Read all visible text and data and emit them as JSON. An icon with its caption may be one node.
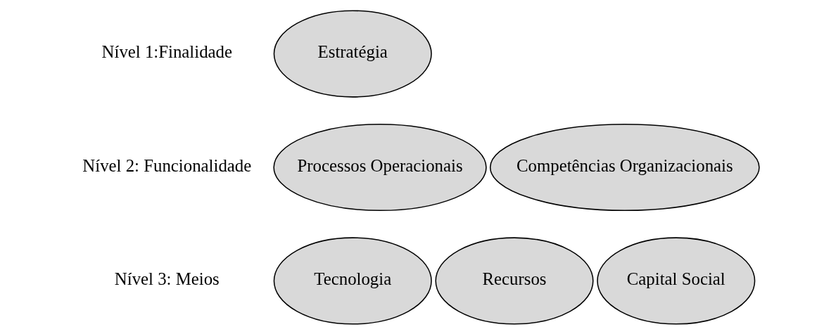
{
  "diagram": {
    "nodes": [
      {
        "text": [
          "Estratégia"
        ]
      },
      {
        "text": [
          "Processos Operacionais"
        ]
      },
      {
        "text": [
          "Competências Organizacionais"
        ]
      },
      {
        "text": [
          "Tecnologia"
        ]
      },
      {
        "text": [
          "Recursos"
        ]
      },
      {
        "text": [
          "Capital Social"
        ]
      }
    ],
    "edges": [],
    "labels": [
      "Nível 1:Finalidade",
      "Nível 2: Funcionalidade",
      "Nível 3: Meios"
    ]
  }
}
